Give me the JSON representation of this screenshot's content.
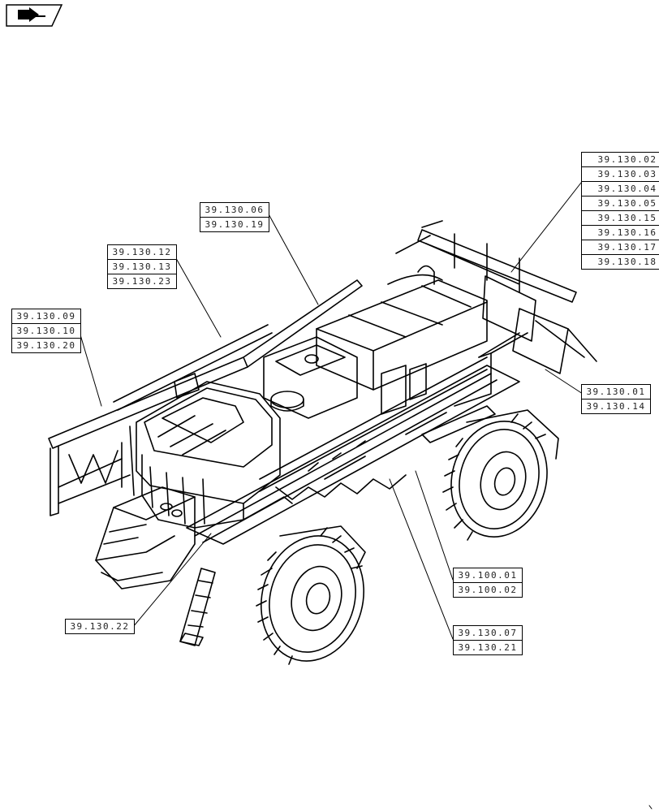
{
  "nav": {
    "icon": "return-arrow-icon"
  },
  "callouts": {
    "c1": [
      "39.130.02",
      "39.130.03",
      "39.130.04",
      "39.130.05",
      "39.130.15",
      "39.130.16",
      "39.130.17",
      "39.130.18"
    ],
    "c2": [
      "39.130.06",
      "39.130.19"
    ],
    "c3": [
      "39.130.12",
      "39.130.13",
      "39.130.23"
    ],
    "c4": [
      "39.130.09",
      "39.130.10",
      "39.130.20"
    ],
    "c5": [
      "39.130.01",
      "39.130.14"
    ],
    "c6": [
      "39.100.01",
      "39.100.02"
    ],
    "c7": [
      "39.130.22"
    ],
    "c8": [
      "39.130.07",
      "39.130.21"
    ]
  }
}
